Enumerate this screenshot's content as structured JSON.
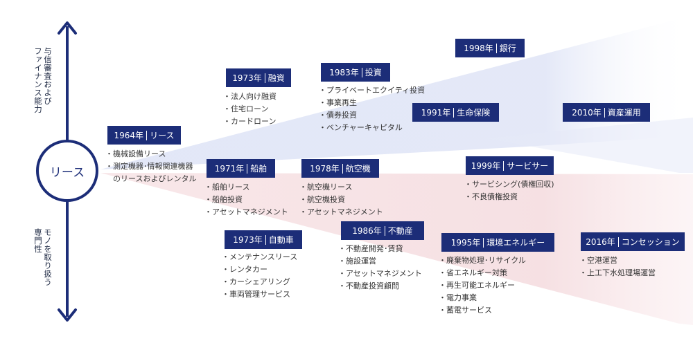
{
  "colors": {
    "navy": "#1c2d78",
    "blue_band": "#dde3f6",
    "red_band": "#f6e1e3"
  },
  "axis": {
    "top_label": "与信審査および\nファイナンス能力",
    "bottom_label": "モノを取り扱う\n専門性",
    "icons": [
      "arrow-up-icon",
      "arrow-down-icon"
    ]
  },
  "center": {
    "label": "リース"
  },
  "nodes": [
    {
      "id": "lease",
      "year": "1964年",
      "title": "リース",
      "items": [
        "機械設備リース",
        "測定機器･情報関連機器",
        "のリースおよびレンタル"
      ]
    },
    {
      "id": "finance",
      "year": "1973年",
      "title": "融資",
      "items": [
        "法人向け融資",
        "住宅ローン",
        "カードローン"
      ]
    },
    {
      "id": "investment",
      "year": "1983年",
      "title": "投資",
      "items": [
        "プライベートエクイティ投資",
        "事業再生",
        "債券投資",
        "ベンチャーキャピタル"
      ]
    },
    {
      "id": "bank",
      "year": "1998年",
      "title": "銀行",
      "items": []
    },
    {
      "id": "life",
      "year": "1991年",
      "title": "生命保険",
      "items": []
    },
    {
      "id": "asset",
      "year": "2010年",
      "title": "資産運用",
      "items": []
    },
    {
      "id": "ship",
      "year": "1971年",
      "title": "船舶",
      "items": [
        "船舶リース",
        "船舶投資",
        "アセットマネジメント"
      ]
    },
    {
      "id": "aircraft",
      "year": "1978年",
      "title": "航空機",
      "items": [
        "航空機リース",
        "航空機投資",
        "アセットマネジメント"
      ]
    },
    {
      "id": "service",
      "year": "1999年",
      "title": "サービサー",
      "items": [
        "サービシング(債権回収)",
        "不良債権投資"
      ]
    },
    {
      "id": "auto",
      "year": "1973年",
      "title": "自動車",
      "items": [
        "メンテナンスリース",
        "レンタカー",
        "カーシェアリング",
        "車両管理サービス"
      ]
    },
    {
      "id": "realestate",
      "year": "1986年",
      "title": "不動産",
      "items": [
        "不動産開発･賃貸",
        "施設運営",
        "アセットマネジメント",
        "不動産投資顧問"
      ]
    },
    {
      "id": "energy",
      "year": "1995年",
      "title": "環境エネルギー",
      "items": [
        "廃棄物処理･リサイクル",
        "省エネルギー対策",
        "再生可能エネルギー",
        "電力事業",
        "蓄電サービス"
      ]
    },
    {
      "id": "concession",
      "year": "2016年",
      "title": "コンセッション",
      "items": [
        "空港運営",
        "上工下水処理場運営"
      ]
    }
  ]
}
